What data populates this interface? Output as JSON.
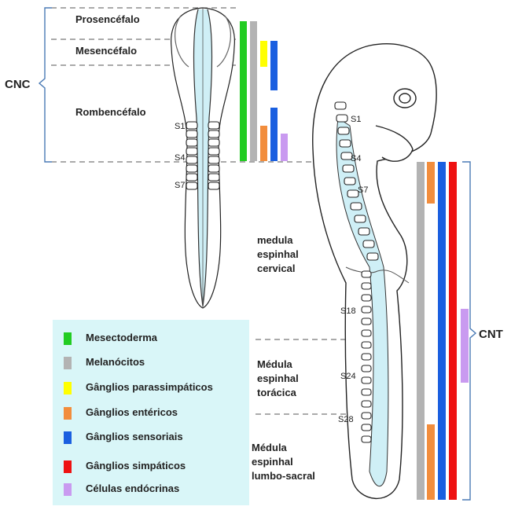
{
  "brackets": {
    "left": "CNC",
    "right": "CNT"
  },
  "brain_regions": [
    "Prosencéfalo",
    "Mesencéfalo",
    "Rombencéfalo"
  ],
  "somites_top": [
    "S1",
    "S4",
    "S7"
  ],
  "somites_side": [
    "S1",
    "S4",
    "S7",
    "S18",
    "S24",
    "S28"
  ],
  "spinal_regions": [
    [
      "medula",
      "espinhal",
      "cervical"
    ],
    [
      "Médula",
      "espinhal",
      "torácica"
    ],
    [
      "Médula",
      "espinhal",
      "lumbo-sacral"
    ]
  ],
  "legend": [
    {
      "label": "Mesectoderma",
      "color": "#22cc22"
    },
    {
      "label": "Melanócitos",
      "color": "#b3b3b3"
    },
    {
      "label": "Gânglios parassimpáticos",
      "color": "#ffff00"
    },
    {
      "label": "Gânglios entéricos",
      "color": "#f28d3c"
    },
    {
      "label": "Gânglios sensoriais",
      "color": "#1a5fe0"
    },
    {
      "label": "Gânglios simpáticos",
      "color": "#ee1111"
    },
    {
      "label": "Células endócrinas",
      "color": "#c99af0"
    }
  ]
}
